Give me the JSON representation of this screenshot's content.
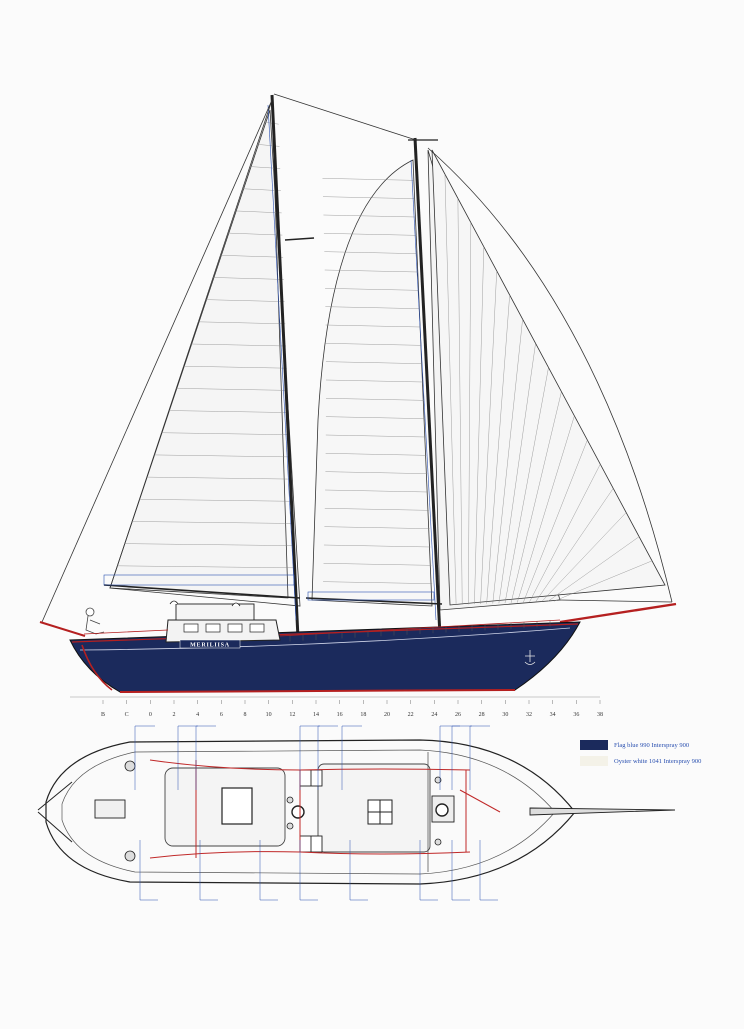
{
  "hull": {
    "name": "MERILIISA"
  },
  "scale": {
    "labels": [
      "B",
      "C",
      "0",
      "2",
      "4",
      "6",
      "8",
      "10",
      "12",
      "14",
      "16",
      "18",
      "20",
      "22",
      "24",
      "26",
      "28",
      "30",
      "32",
      "34",
      "36",
      "38"
    ]
  },
  "legend": [
    {
      "text": "Flag blue 990 Interspray 900",
      "color": "#1b2a5c"
    },
    {
      "text": "Oyster white 1041 Interspray 900",
      "color": "#f4f2e8"
    }
  ],
  "colors": {
    "hull": "#1b2a5c",
    "boottop": "#b52020",
    "rigging": "#333333",
    "annotation": "#2a50b0",
    "deckline": "#c02828"
  }
}
